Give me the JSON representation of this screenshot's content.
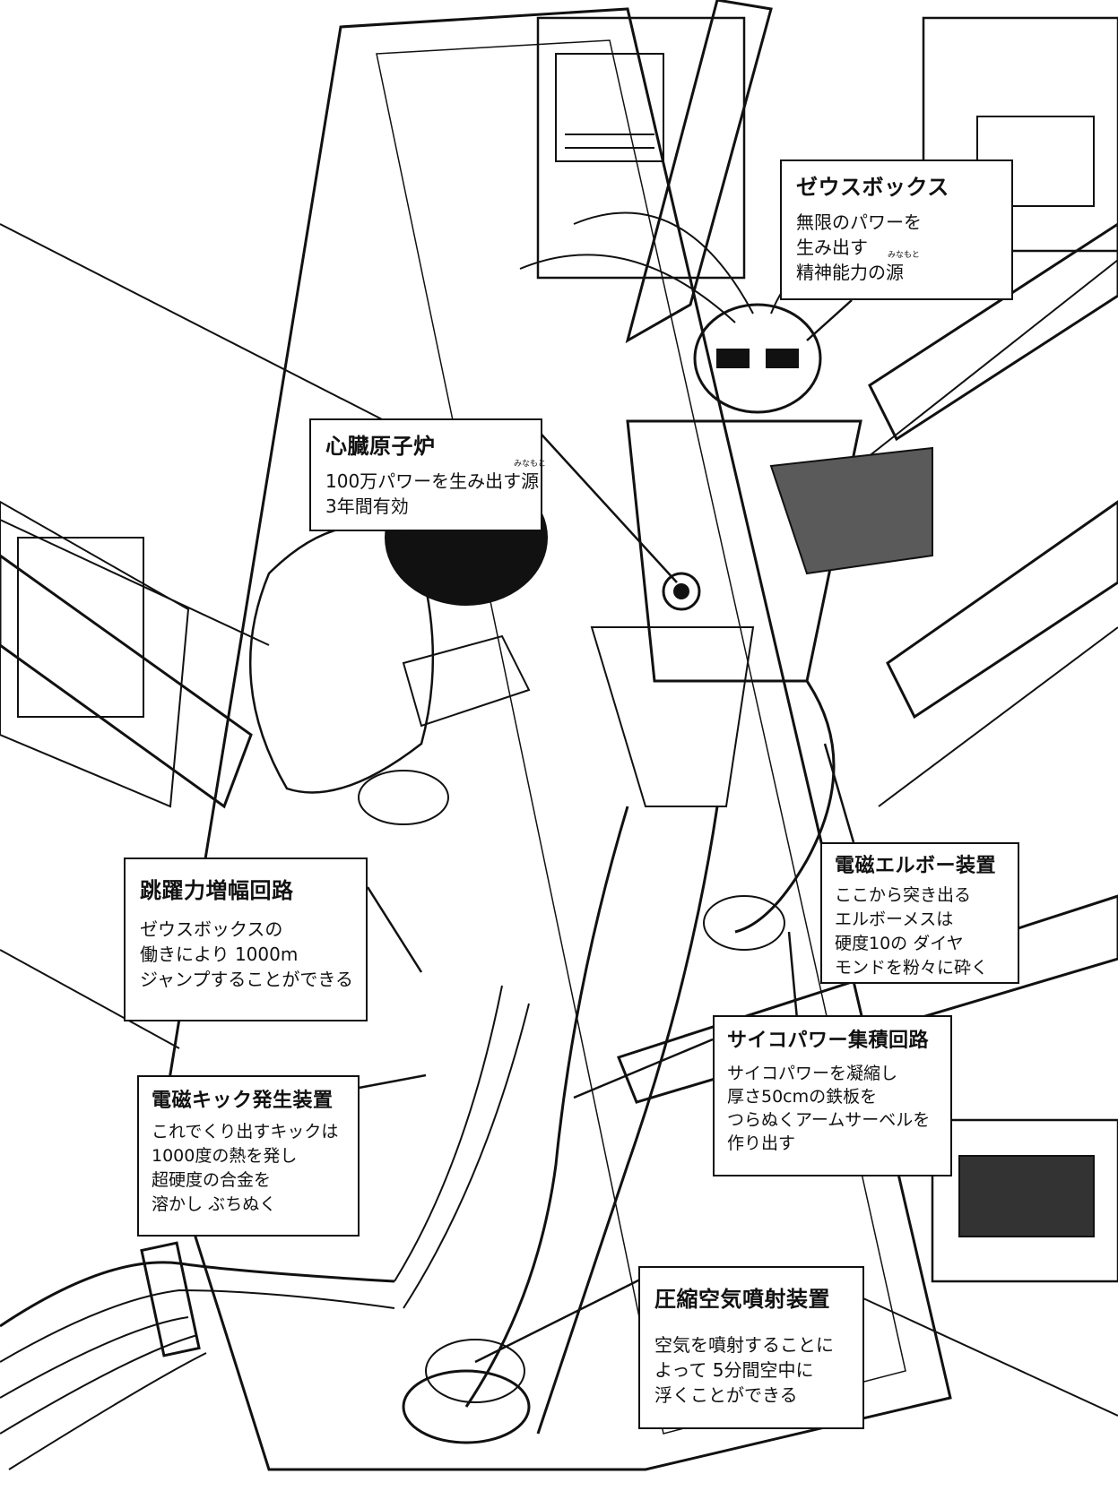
{
  "callouts": {
    "zeus_box": {
      "title": "ゼウスボックス",
      "lines": [
        "無限のパワーを",
        "生み出す",
        "精神能力の源"
      ],
      "ruby": "みなもと"
    },
    "heart_reactor": {
      "title": "心臓原子炉",
      "lines": [
        "100万パワーを生み出す源",
        "3年間有効"
      ],
      "ruby": "みなもと"
    },
    "jump_circuit": {
      "title": "跳躍力増幅回路",
      "lines": [
        "ゼウスボックスの",
        "働きにより 1000m",
        "ジャンプすることができる"
      ]
    },
    "em_elbow": {
      "title": "電磁エルボー装置",
      "lines": [
        "ここから突き出る",
        "エルボーメスは",
        "硬度10の ダイヤ",
        "モンドを粉々に砕く"
      ]
    },
    "psycho_power": {
      "title": "サイコパワー集積回路",
      "lines": [
        "サイコパワーを凝縮し",
        "厚さ50cmの鉄板を",
        "つらぬくアームサーベルを",
        "作り出す"
      ]
    },
    "em_kick": {
      "title": "電磁キック発生装置",
      "lines": [
        "これでくり出すキックは",
        "1000度の熱を発し",
        "超硬度の合金を",
        "溶かし ぶちぬく"
      ]
    },
    "compressed_air": {
      "title": "圧縮空気噴射装置",
      "lines": [
        "空気を噴射することに",
        "よって 5分間空中に",
        "浮くことができる"
      ]
    }
  }
}
